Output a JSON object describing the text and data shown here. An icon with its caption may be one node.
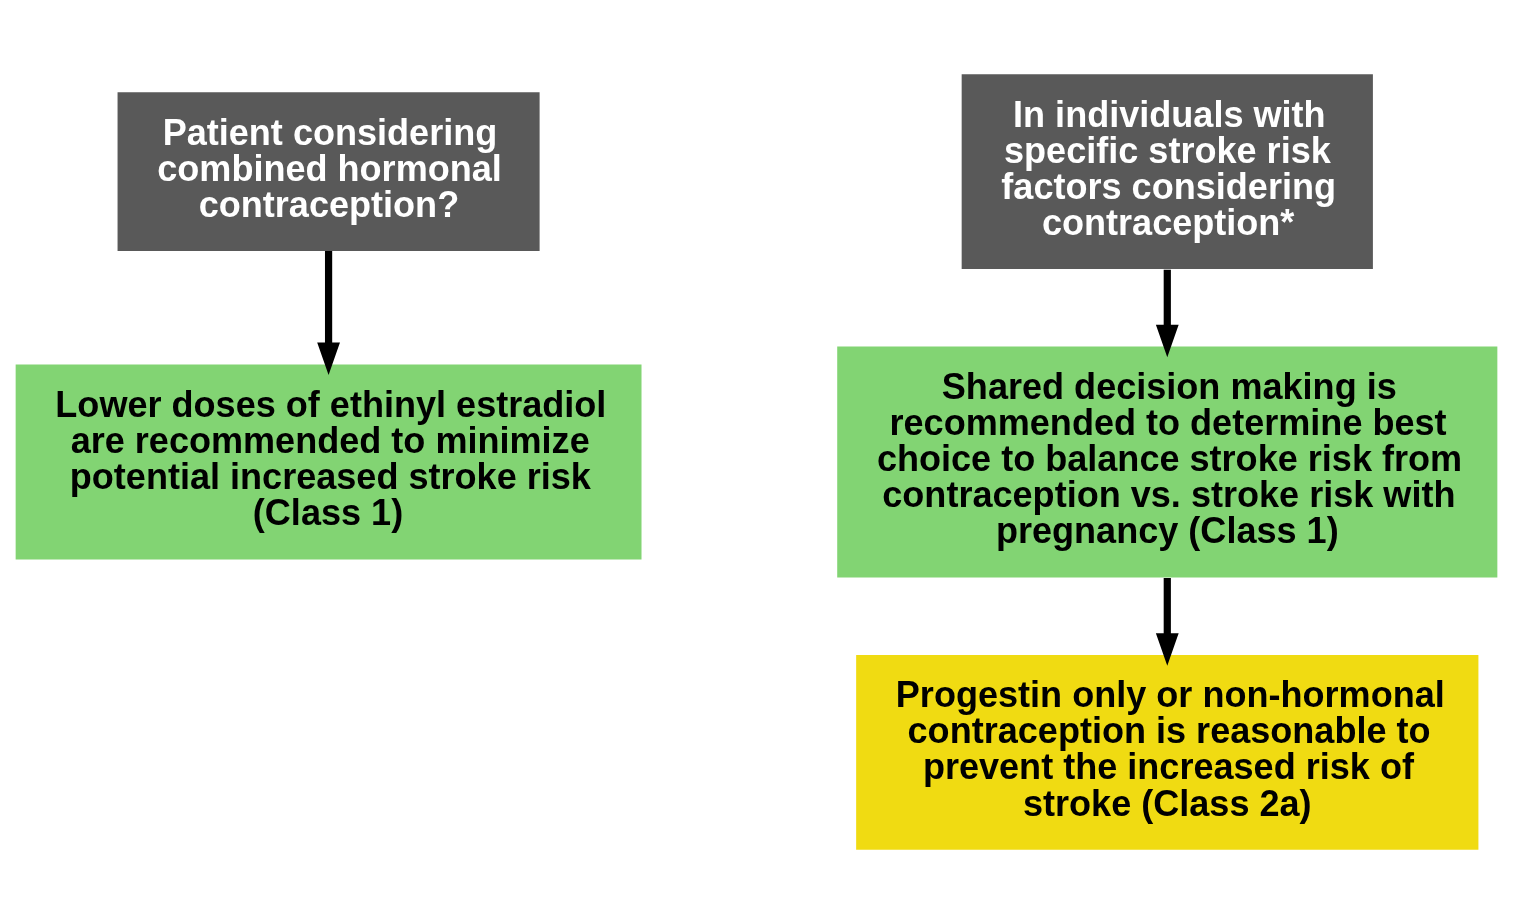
{
  "diagram": {
    "nodes": [
      {
        "text": [
          "Patient considering combined hormonal contraception?"
        ]
      },
      {
        "text": [
          "Lower doses of ethinyl estradiol are recommended to minimize potential increased stroke risk (Class 1)"
        ]
      },
      {
        "text": [
          "In individuals with specific stroke risk factors considering contraception*"
        ]
      },
      {
        "text": [
          "Shared decision making is recommended to determine best choice to balance stroke risk from contraception vs. stroke risk with pregnancy (Class 1)"
        ]
      },
      {
        "text": [
          "Progestin only or non-hormonal contraception is reasonable to prevent the increased risk of stroke (Class 2a)"
        ]
      }
    ],
    "edges": [
      {
        "from": 0,
        "to": 1,
        "arrow": "to"
      },
      {
        "from": 2,
        "to": 3,
        "arrow": "to"
      },
      {
        "from": 3,
        "to": 4,
        "arrow": "to"
      }
    ]
  }
}
